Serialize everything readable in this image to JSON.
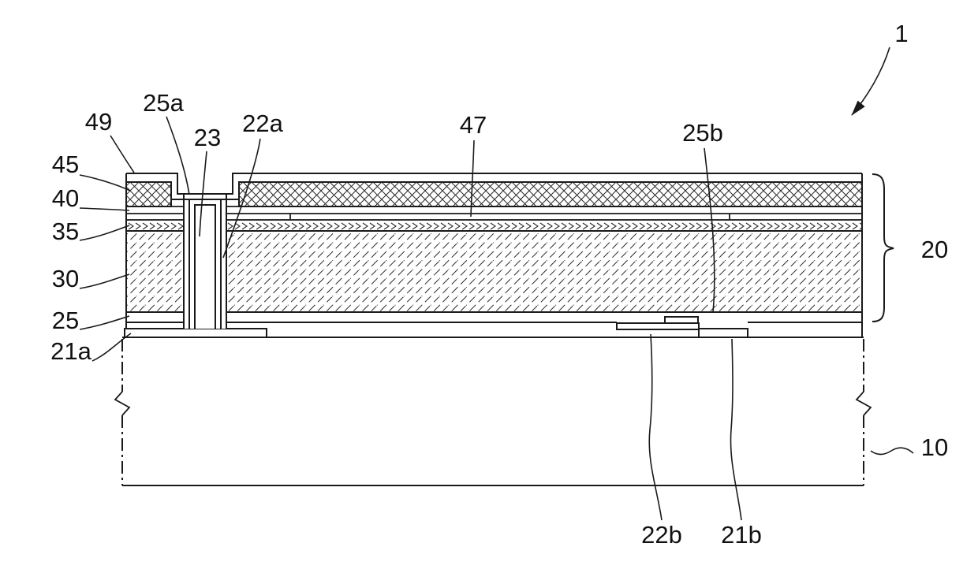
{
  "figure": {
    "type": "patent-cross-section-diagram",
    "colors": {
      "line": "#1a1a1a",
      "text": "#111111",
      "background": "#ffffff"
    },
    "labels": {
      "device": "1",
      "l49": "49",
      "l25a": "25a",
      "l23": "23",
      "l22a": "22a",
      "l47": "47",
      "l25b": "25b",
      "l45": "45",
      "l40": "40",
      "l35": "35",
      "l30": "30",
      "l25": "25",
      "l21a": "21a",
      "l20": "20",
      "l10": "10",
      "l22b": "22b",
      "l21b": "21b"
    }
  }
}
